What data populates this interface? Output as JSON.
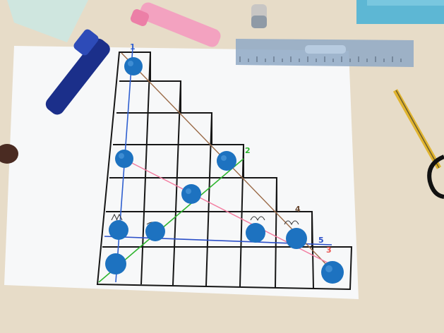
{
  "labels": {
    "l1": "1",
    "l2": "2",
    "l3": "3",
    "l4": "4",
    "l5": "5"
  },
  "colors": {
    "table": "#e7dcc8",
    "paper": "#f7f8f9",
    "grid": "#161616",
    "dot": "#1d72c0",
    "line_blue_vertical": "#2f5fd0",
    "line_blue_horizontal": "#2b4fc8",
    "line_green": "#2fb52f",
    "line_brown": "#9a6a47",
    "line_pink": "#f37ca0",
    "marker_blue": "#1b2f8a",
    "marker_pink": "#f3a2c0",
    "ruler": "#8fa9c6",
    "pencil": "#e0b430"
  },
  "objects": [
    "blue-marker",
    "pink-marker",
    "blue-ruler",
    "pencil",
    "eraser",
    "scissors-handle"
  ]
}
